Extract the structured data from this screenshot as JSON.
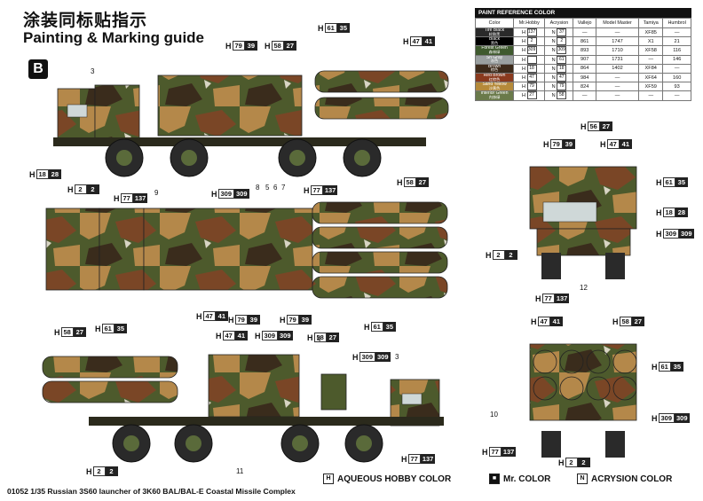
{
  "header": {
    "title_cn": "涂装同标贴指示",
    "title_en": "Painting & Marking guide",
    "section": "B"
  },
  "paint_reference": {
    "title": "PAINT REFERENCE COLOR",
    "columns": [
      "Color",
      "Mr.Hobby",
      "Acrysion",
      "Vallejo",
      "Model Master",
      "Tamiya",
      "Humbrol"
    ],
    "rows": [
      {
        "name": "Tire Black",
        "cn": "轮胎黑",
        "swatch": "#2a2a2a",
        "mrhobby": "137",
        "acrysion": "37",
        "vallejo": "—",
        "modelmaster": "—",
        "tamiya": "XF85",
        "humbrol": "—"
      },
      {
        "name": "Black",
        "cn": "黑色",
        "swatch": "#000000",
        "mrhobby": "2",
        "acrysion": "2",
        "vallejo": "861",
        "modelmaster": "1747",
        "tamiya": "X1",
        "humbrol": "21"
      },
      {
        "name": "Forest Green",
        "cn": "森林绿",
        "swatch": "#3f5a2e",
        "mrhobby": "309",
        "acrysion": "309",
        "vallejo": "893",
        "modelmaster": "1710",
        "tamiya": "XF58",
        "humbrol": "116"
      },
      {
        "name": "Sn Gray",
        "cn": "灰色",
        "swatch": "#9aa0a0",
        "mrhobby": "",
        "acrysion": "61",
        "vallejo": "907",
        "modelmaster": "1731",
        "tamiya": "—",
        "humbrol": "146"
      },
      {
        "name": "Brown",
        "cn": "棕色",
        "swatch": "#3d2a1a",
        "mrhobby": "18",
        "acrysion": "18",
        "vallejo": "864",
        "modelmaster": "1402",
        "tamiya": "XF84",
        "humbrol": "—"
      },
      {
        "name": "Red Brown",
        "cn": "红棕色",
        "swatch": "#8a3a1e",
        "mrhobby": "47",
        "acrysion": "47",
        "vallejo": "984",
        "modelmaster": "—",
        "tamiya": "XF64",
        "humbrol": "160"
      },
      {
        "name": "Sand Yellow",
        "cn": "沙黄色",
        "swatch": "#b58a3a",
        "mrhobby": "79",
        "acrysion": "79",
        "vallejo": "824",
        "modelmaster": "—",
        "tamiya": "XF59",
        "humbrol": "93"
      },
      {
        "name": "Interior Green",
        "cn": "内饰绿",
        "swatch": "#6a7a4a",
        "mrhobby": "27",
        "acrysion": "58",
        "vallejo": "—",
        "modelmaster": "—",
        "tamiya": "—",
        "humbrol": "—"
      }
    ]
  },
  "callouts": [
    {
      "id": "c1",
      "h": "H",
      "a": "79",
      "b": "39"
    },
    {
      "id": "c2",
      "h": "H",
      "a": "58",
      "b": "27"
    },
    {
      "id": "c3",
      "h": "H",
      "a": "61",
      "b": "35"
    },
    {
      "id": "c4",
      "h": "H",
      "a": "47",
      "b": "41"
    },
    {
      "id": "c5",
      "h": "H",
      "a": "18",
      "b": "28"
    },
    {
      "id": "c6",
      "h": "H",
      "a": "2",
      "b": "2"
    },
    {
      "id": "c7",
      "h": "H",
      "a": "77",
      "b": "137"
    },
    {
      "id": "c8",
      "h": "H",
      "a": "309",
      "b": "309"
    },
    {
      "id": "c9",
      "h": "H",
      "a": "77",
      "b": "137"
    },
    {
      "id": "c10",
      "h": "H",
      "a": "58",
      "b": "27"
    },
    {
      "id": "c11",
      "h": "H",
      "a": "47",
      "b": "41"
    },
    {
      "id": "c12",
      "h": "H",
      "a": "79",
      "b": "39"
    },
    {
      "id": "c13",
      "h": "H",
      "a": "79",
      "b": "39"
    },
    {
      "id": "c14",
      "h": "H",
      "a": "61",
      "b": "35"
    },
    {
      "id": "c15",
      "h": "H",
      "a": "58",
      "b": "27"
    },
    {
      "id": "c16",
      "h": "H",
      "a": "61",
      "b": "35"
    },
    {
      "id": "c17",
      "h": "H",
      "a": "47",
      "b": "41"
    },
    {
      "id": "c18",
      "h": "H",
      "a": "309",
      "b": "309"
    },
    {
      "id": "c19",
      "h": "H",
      "a": "58",
      "b": "27"
    },
    {
      "id": "c20",
      "h": "H",
      "a": "309",
      "b": "309"
    },
    {
      "id": "c21",
      "h": "H",
      "a": "2",
      "b": "2"
    },
    {
      "id": "c22",
      "h": "H",
      "a": "77",
      "b": "137"
    },
    {
      "id": "c23",
      "h": "H",
      "a": "56",
      "b": "27"
    },
    {
      "id": "c24",
      "h": "H",
      "a": "79",
      "b": "39"
    },
    {
      "id": "c25",
      "h": "H",
      "a": "47",
      "b": "41"
    },
    {
      "id": "c26",
      "h": "H",
      "a": "61",
      "b": "35"
    },
    {
      "id": "c27",
      "h": "H",
      "a": "18",
      "b": "28"
    },
    {
      "id": "c28",
      "h": "H",
      "a": "309",
      "b": "309"
    },
    {
      "id": "c29",
      "h": "H",
      "a": "2",
      "b": "2"
    },
    {
      "id": "c30",
      "h": "H",
      "a": "77",
      "b": "137"
    },
    {
      "id": "c31",
      "h": "H",
      "a": "47",
      "b": "41"
    },
    {
      "id": "c32",
      "h": "H",
      "a": "58",
      "b": "27"
    },
    {
      "id": "c33",
      "h": "H",
      "a": "61",
      "b": "35"
    },
    {
      "id": "c34",
      "h": "H",
      "a": "309",
      "b": "309"
    },
    {
      "id": "c35",
      "h": "H",
      "a": "77",
      "b": "137"
    },
    {
      "id": "c36",
      "h": "H",
      "a": "2",
      "b": "2"
    }
  ],
  "part_numbers": {
    "n3a": "3",
    "n9": "9",
    "n8": "8",
    "n5": "5",
    "n6": "6",
    "n7": "7",
    "n4": "4",
    "n3b": "3",
    "n11": "11",
    "n12": "12",
    "n10": "10"
  },
  "legend": {
    "h_label": "AQUEOUS HOBBY COLOR",
    "h_sym": "H",
    "mr_label": "Mr. COLOR",
    "mr_sym": "■",
    "n_label": "ACRYSION COLOR",
    "n_sym": "N"
  },
  "footer": {
    "text": "01052 1/35 Russian 3S60 launcher of 3K60 BAL/BAL-E Coastal Missile Complex"
  },
  "colors": {
    "green": "#4a5a2c",
    "sand": "#b88a40",
    "brown": "#7a4a28",
    "dark": "#2b2a1c",
    "wheel": "#2a2a2a"
  }
}
